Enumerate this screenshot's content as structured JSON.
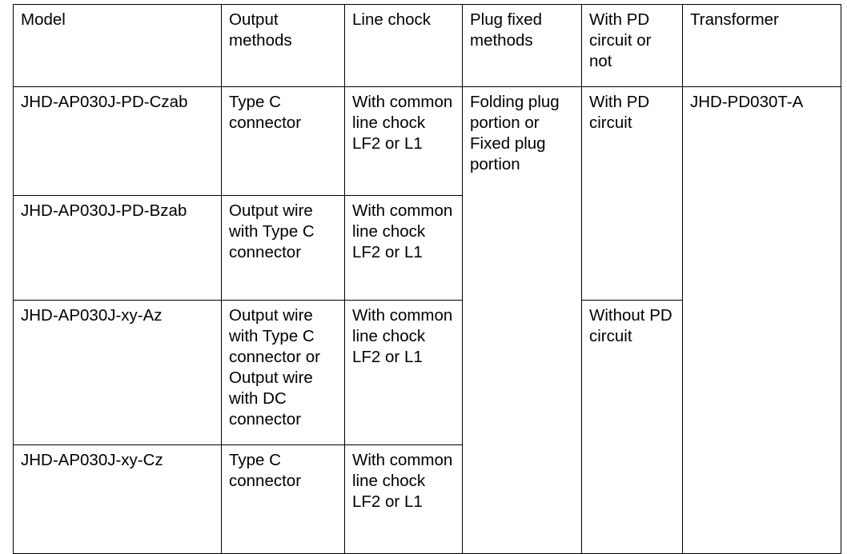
{
  "table": {
    "columns": [
      {
        "key": "model",
        "label": "Model"
      },
      {
        "key": "output",
        "label": "Output methods"
      },
      {
        "key": "chock",
        "label": "Line chock"
      },
      {
        "key": "plug",
        "label": "Plug fixed methods"
      },
      {
        "key": "pd",
        "label": "With PD circuit or not"
      },
      {
        "key": "transformer",
        "label": "Transformer"
      }
    ],
    "rows": [
      {
        "model": "JHD-AP030J-PD-Czab",
        "output": "Type C connector",
        "chock": "With common line chock LF2 or L1",
        "plug": "Folding plug portion or Fixed plug portion",
        "pd": "With PD circuit",
        "transformer": "JHD-PD030T-A"
      },
      {
        "model": "JHD-AP030J-PD-Bzab",
        "output": "Output wire with Type C connector",
        "chock": "With common line chock LF2 or L1"
      },
      {
        "model": "JHD-AP030J-xy-Az",
        "output": "Output wire with Type C connector or Output wire with DC connector",
        "chock": "With common line chock LF2 or L1",
        "pd": "Without PD circuit"
      },
      {
        "model": "JHD-AP030J-xy-Cz",
        "output": "Type C connector",
        "chock": "With common line chock LF2 or L1"
      }
    ],
    "merges": {
      "plug_rowspan": 4,
      "transformer_rowspan": 4,
      "pd_with_rowspan": 2,
      "pd_without_rowspan": 2
    },
    "colors": {
      "border": "#000000",
      "text": "#000000",
      "background": "#ffffff"
    }
  }
}
